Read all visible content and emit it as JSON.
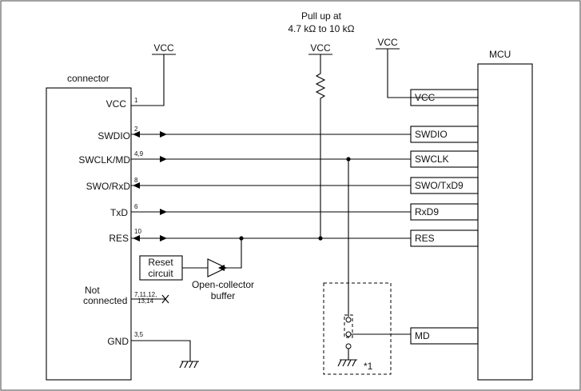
{
  "title_line1": "Pull up at",
  "title_line2": "4.7 kΩ to 10 kΩ",
  "connector": {
    "label": "connector",
    "pins": [
      {
        "name": "VCC",
        "num": "1"
      },
      {
        "name": "SWDIO",
        "num": "2"
      },
      {
        "name": "SWCLK/MD",
        "num": "4,9"
      },
      {
        "name": "SWO/RxD",
        "num": "8"
      },
      {
        "name": "TxD",
        "num": "6"
      },
      {
        "name": "RES",
        "num": "10"
      },
      {
        "name_line1": "Not",
        "name_line2": "connected",
        "num_line1": "7,11,12,",
        "num_line2": "13,14"
      },
      {
        "name": "GND",
        "num": "3,5"
      }
    ]
  },
  "mcu": {
    "label": "MCU",
    "pins": [
      "VCC",
      "SWDIO",
      "SWCLK",
      "SWO/TxD9",
      "RxD9",
      "RES",
      "MD"
    ]
  },
  "vcc_labels": [
    "VCC",
    "VCC",
    "VCC"
  ],
  "reset_circuit": {
    "line1": "Reset",
    "line2": "circuit"
  },
  "buffer_label": {
    "line1": "Open-collector",
    "line2": "buffer"
  },
  "footnote": "*1"
}
